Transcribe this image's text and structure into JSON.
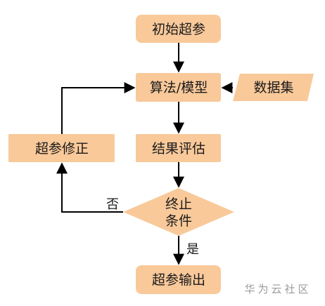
{
  "nodes": {
    "init_hyperparams": "初始超参",
    "algorithm_model": "算法/模型",
    "dataset": "数据集",
    "result_eval": "结果评估",
    "hyperparam_tune": "超参修正",
    "stop_line1": "终止",
    "stop_line2": "条件",
    "output_hyperparams": "超参输出"
  },
  "edges": {
    "no_label": "否",
    "yes_label": "是"
  },
  "watermark": "华为云社区",
  "colors": {
    "node_fill": "#f9c99a",
    "line": "#000000"
  }
}
